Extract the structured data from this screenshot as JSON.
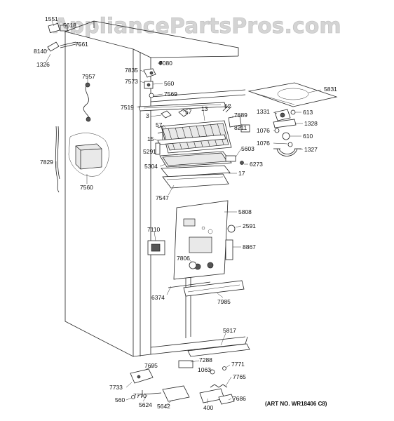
{
  "watermark": "AppliancePartsPros.com",
  "art_number": "(ART NO. WR18406 C8)",
  "labels": [
    {
      "id": "1551",
      "text": "1551"
    },
    {
      "id": "5618",
      "text": "5618"
    },
    {
      "id": "8140",
      "text": "8140"
    },
    {
      "id": "7561",
      "text": "7561"
    },
    {
      "id": "1326",
      "text": "1326"
    },
    {
      "id": "7080",
      "text": "7080"
    },
    {
      "id": "7835",
      "text": "7835"
    },
    {
      "id": "7573",
      "text": "7573"
    },
    {
      "id": "560a",
      "text": "560"
    },
    {
      "id": "7569",
      "text": "7569"
    },
    {
      "id": "5831",
      "text": "5831"
    },
    {
      "id": "7957",
      "text": "7957"
    },
    {
      "id": "7519",
      "text": "7519"
    },
    {
      "id": "12",
      "text": "12"
    },
    {
      "id": "57a",
      "text": "57"
    },
    {
      "id": "13",
      "text": "13"
    },
    {
      "id": "7689",
      "text": "7689"
    },
    {
      "id": "1331",
      "text": "1331"
    },
    {
      "id": "613",
      "text": "613"
    },
    {
      "id": "3",
      "text": "3"
    },
    {
      "id": "57b",
      "text": "57"
    },
    {
      "id": "8211",
      "text": "8211"
    },
    {
      "id": "1328",
      "text": "1328"
    },
    {
      "id": "1076a",
      "text": "1076"
    },
    {
      "id": "610",
      "text": "610"
    },
    {
      "id": "15",
      "text": "15"
    },
    {
      "id": "1076b",
      "text": "1076"
    },
    {
      "id": "1327",
      "text": "1327"
    },
    {
      "id": "5291",
      "text": "5291"
    },
    {
      "id": "5603",
      "text": "5603"
    },
    {
      "id": "7829",
      "text": "7829"
    },
    {
      "id": "5304",
      "text": "5304"
    },
    {
      "id": "6273",
      "text": "6273"
    },
    {
      "id": "17",
      "text": "17"
    },
    {
      "id": "7560",
      "text": "7560"
    },
    {
      "id": "7547",
      "text": "7547"
    },
    {
      "id": "5808",
      "text": "5808"
    },
    {
      "id": "2591",
      "text": "2591"
    },
    {
      "id": "7110",
      "text": "7110"
    },
    {
      "id": "8867",
      "text": "8867"
    },
    {
      "id": "7806",
      "text": "7806"
    },
    {
      "id": "6374",
      "text": "6374"
    },
    {
      "id": "7985",
      "text": "7985"
    },
    {
      "id": "5817",
      "text": "5817"
    },
    {
      "id": "7288",
      "text": "7288"
    },
    {
      "id": "7695",
      "text": "7695"
    },
    {
      "id": "1063",
      "text": "1063"
    },
    {
      "id": "7771",
      "text": "7771"
    },
    {
      "id": "7765",
      "text": "7765"
    },
    {
      "id": "7733",
      "text": "7733"
    },
    {
      "id": "7770",
      "text": "7770"
    },
    {
      "id": "560b",
      "text": "560"
    },
    {
      "id": "5624",
      "text": "5624"
    },
    {
      "id": "5642",
      "text": "5642"
    },
    {
      "id": "400",
      "text": "400"
    },
    {
      "id": "7686",
      "text": "7686"
    }
  ]
}
